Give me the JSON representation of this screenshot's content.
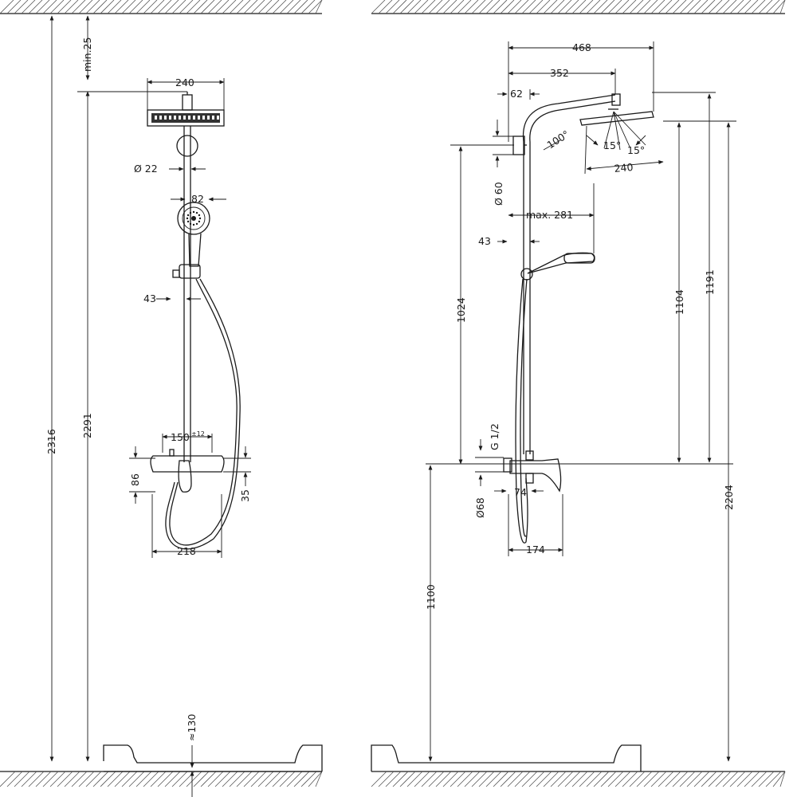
{
  "left_view": {
    "dims": {
      "total_height": "2316",
      "height_2291": "2291",
      "min_ceiling": "min.25",
      "head_width": "240",
      "pipe_diameter": "Ø 22",
      "handshower_width": "82",
      "rail_offset": "43",
      "inlet_spacing": "150",
      "inlet_tolerance": "±12",
      "inlet_height": "86",
      "mixer_drop": "35",
      "mixer_width": "218",
      "tub_depth": "≈130"
    }
  },
  "right_view": {
    "dims": {
      "arm_reach_468": "468",
      "arm_reach_352": "352",
      "wall_offset": "62",
      "arm_angle": "100°",
      "tilt_a": "15°",
      "tilt_b": "15°",
      "head_width": "240",
      "holder_diameter": "Ø 60",
      "handshower_reach": "max. 281",
      "rail_offset": "43",
      "height_1024": "1024",
      "height_1104": "1104",
      "height_1191": "1191",
      "height_2204": "2204",
      "thread": "G 1/2",
      "rosette_diameter": "Ø68",
      "spout_depth": "74",
      "mixer_depth": "174",
      "mixer_height": "1100"
    }
  }
}
